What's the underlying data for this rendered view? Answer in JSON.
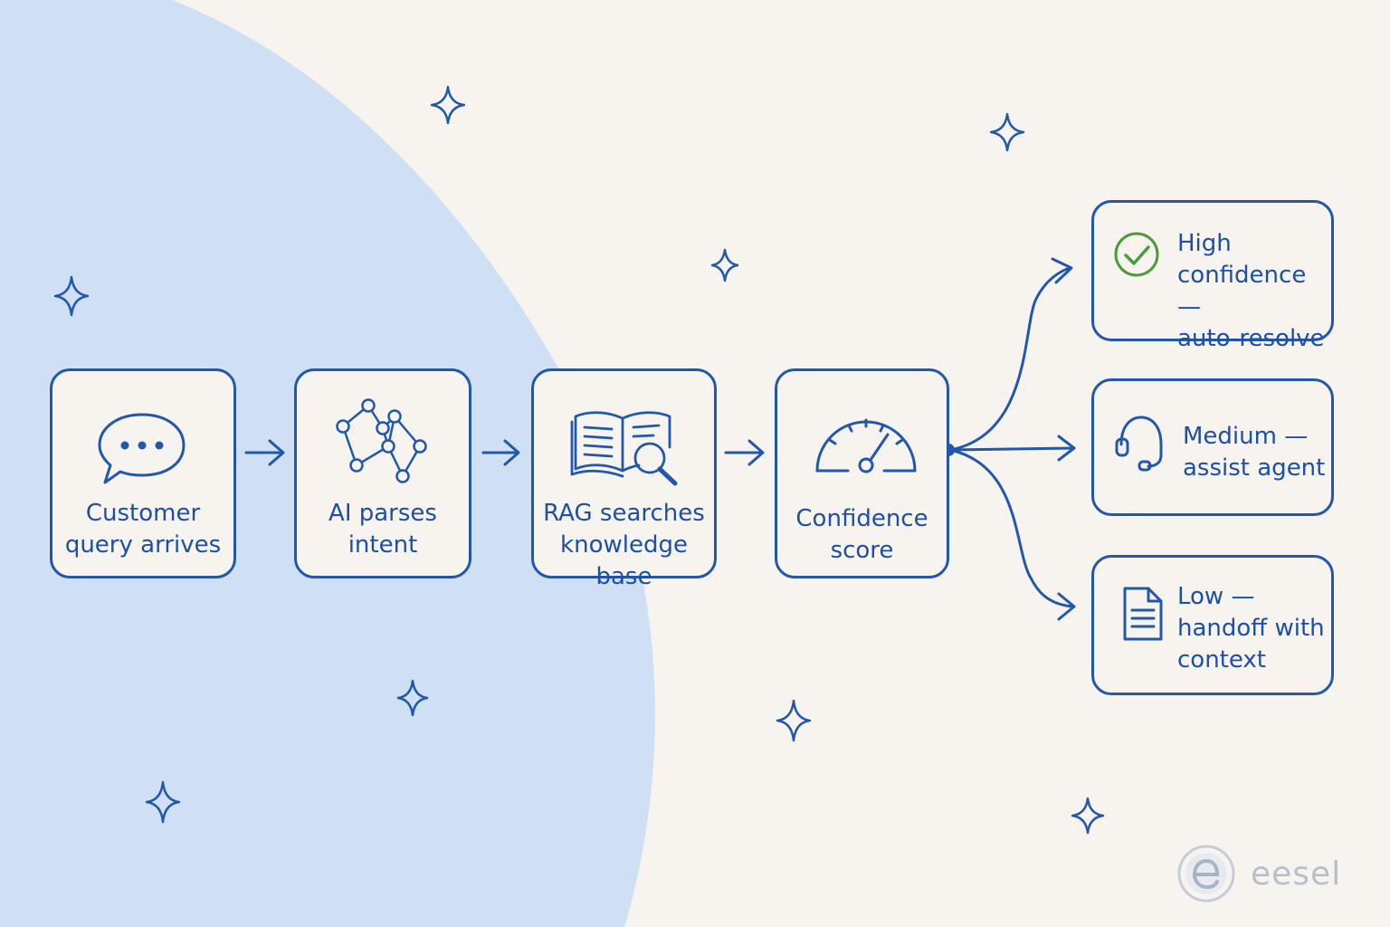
{
  "colors": {
    "background": "#f7f4ef",
    "blob": "#cfdff4",
    "stroke": "#2157ad",
    "check": "#4b9b3a",
    "brand": "#b8bfcc"
  },
  "steps": [
    {
      "label": "Customer\nquery arrives",
      "icon": "speech-bubble-icon"
    },
    {
      "label": "AI parses\nintent",
      "icon": "network-nodes-icon"
    },
    {
      "label": "RAG searches\nknowledge base",
      "icon": "book-magnifier-icon"
    },
    {
      "label": "Confidence\nscore",
      "icon": "gauge-icon"
    }
  ],
  "outcomes": [
    {
      "label": "High\nconfidence —\nauto-resolve",
      "icon": "checkmark-circle-icon"
    },
    {
      "label": "Medium —\nassist agent",
      "icon": "headset-icon"
    },
    {
      "label": "Low —\nhandoff with\ncontext",
      "icon": "document-icon"
    }
  ],
  "brand": {
    "name": "eesel",
    "icon": "eesel-logo-icon"
  }
}
